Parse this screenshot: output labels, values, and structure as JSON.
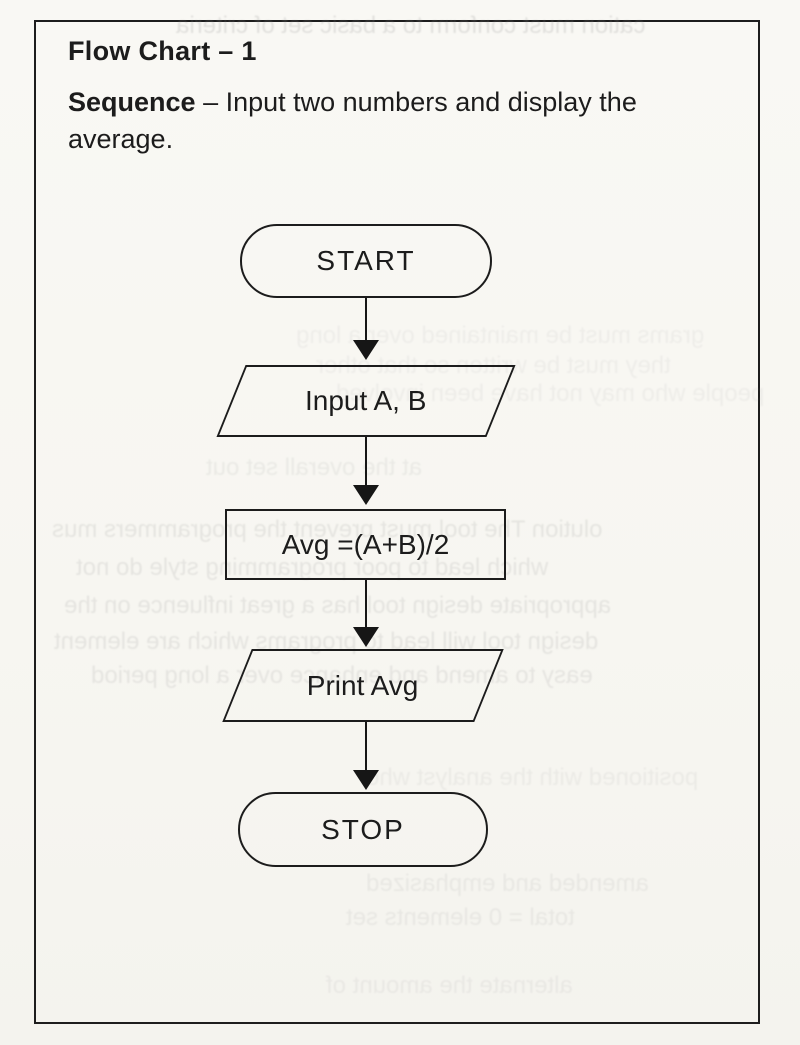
{
  "page": {
    "title": "Flow Chart – 1",
    "subtitle_bold": "Sequence",
    "subtitle_rest": " – Input two numbers and display the average."
  },
  "flowchart": {
    "type": "flowchart",
    "direction": "top-down",
    "nodes": [
      {
        "id": "start",
        "shape": "terminator",
        "label": "START"
      },
      {
        "id": "input",
        "shape": "parallelogram-io",
        "label": "Input A, B"
      },
      {
        "id": "process",
        "shape": "rectangle-process",
        "label": "Avg =(A+B)/2"
      },
      {
        "id": "print",
        "shape": "parallelogram-io",
        "label": "Print Avg"
      },
      {
        "id": "stop",
        "shape": "terminator",
        "label": "STOP"
      }
    ],
    "edges": [
      {
        "from": "start",
        "to": "input"
      },
      {
        "from": "input",
        "to": "process"
      },
      {
        "from": "process",
        "to": "print"
      },
      {
        "from": "print",
        "to": "stop"
      }
    ]
  },
  "colors": {
    "ink": "#1c1c1c",
    "paper": "#f8f7f3"
  },
  "ghost_bleedthrough": {
    "lines": [
      {
        "text": "cation must conform to a basic set of criteria"
      },
      {
        "text": "grams must be maintained over a long"
      },
      {
        "text": "they must be written so that other"
      },
      {
        "text": "people who may not have been involved"
      },
      {
        "text": "at the overall set out"
      },
      {
        "text": "olution   The tool must prevent the programmers   mus"
      },
      {
        "text": "which lead to poor programming style do not"
      },
      {
        "text": "appropriate design tool has a great influence on the"
      },
      {
        "text": "design tool will lead to programs which are element"
      },
      {
        "text": "easy to amend and enhance over a long period"
      },
      {
        "text": "positioned with the analyst who"
      },
      {
        "text": "amended and emphasized"
      },
      {
        "text": "total = 0 elements set"
      },
      {
        "text": "alternate the amount of"
      }
    ]
  }
}
